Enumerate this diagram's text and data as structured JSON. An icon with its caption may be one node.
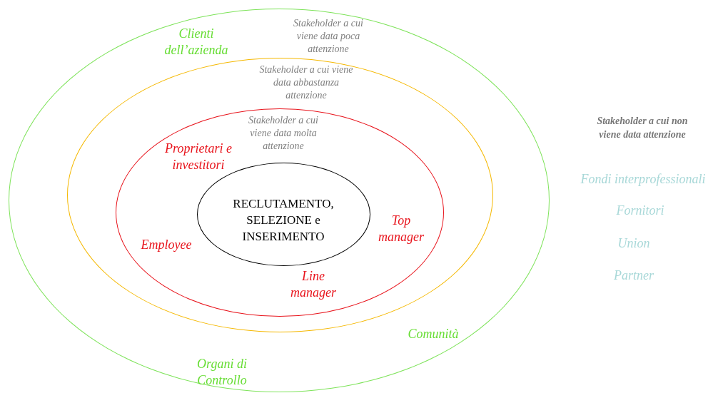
{
  "diagram": {
    "nodes": [
      {
        "text": [
          "Stakeholder a cui viene data poca attenzione",
          "Clienti dell’azienda",
          "Comunità",
          "Organi di Controllo"
        ]
      },
      {
        "text": [
          "Stakeholder a cui viene data abbastanza attenzione"
        ],
        "in": 0
      },
      {
        "text": [
          "Stakeholder a cui viene data molta attenzione",
          "Proprietari e investitori",
          "Top manager",
          "Employee",
          "Line manager"
        ],
        "in": 1
      },
      {
        "text": [
          "RECLUTAMENTO, SELEZIONE e INSERIMENTO"
        ],
        "in": 2
      }
    ],
    "labels": [
      "Stakeholder a cui non viene data attenzione",
      "Fondi interprofessionali",
      "Fornitori",
      "Union",
      "Partner"
    ]
  }
}
